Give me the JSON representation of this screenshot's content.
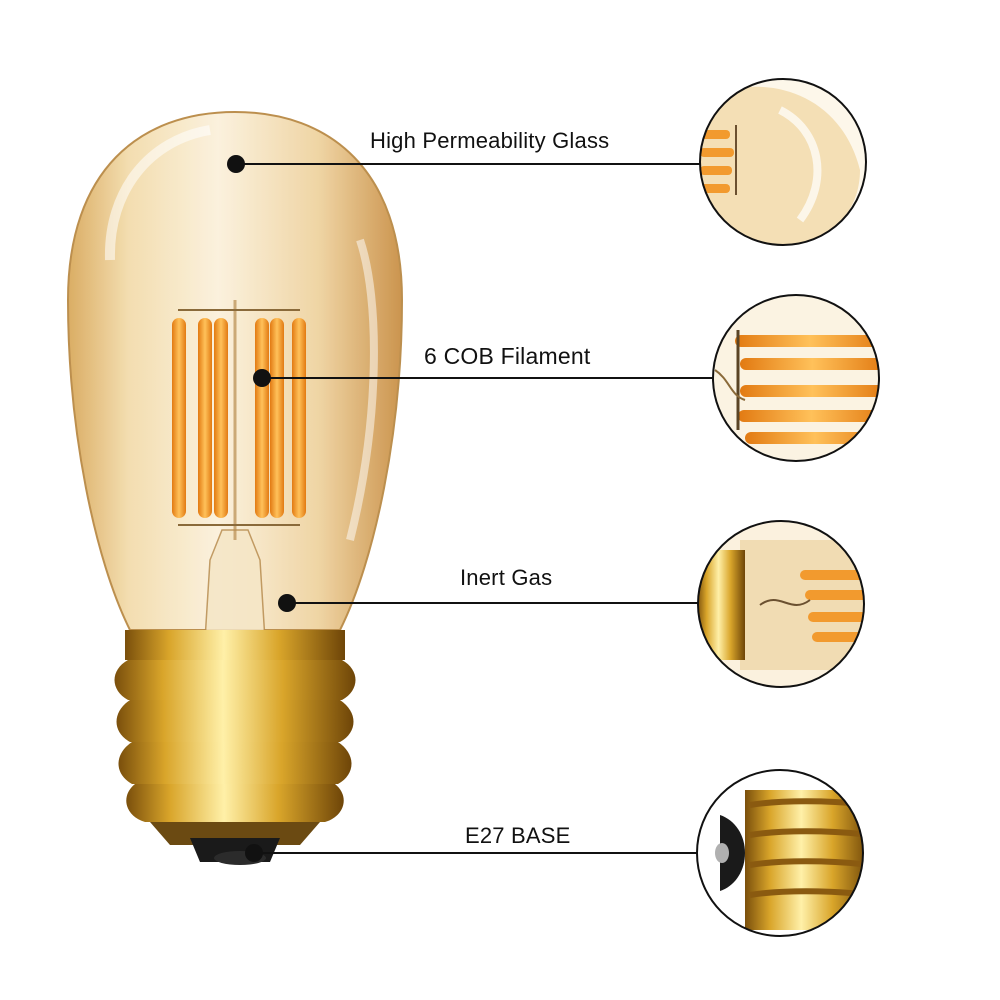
{
  "labels": {
    "glass": "High Permeability Glass",
    "filament": "6 COB Filament",
    "gas": "Inert Gas",
    "base": "E27 BASE"
  },
  "colors": {
    "glass_amber": "#e8c58a",
    "filament": "#f29a2e",
    "brass": "#c9951e",
    "leader_line": "#111111"
  },
  "icons": {
    "callout_marker": "black-dot",
    "detail_views": [
      "glass-closeup",
      "filament-closeup",
      "gas-closeup",
      "base-closeup"
    ]
  }
}
